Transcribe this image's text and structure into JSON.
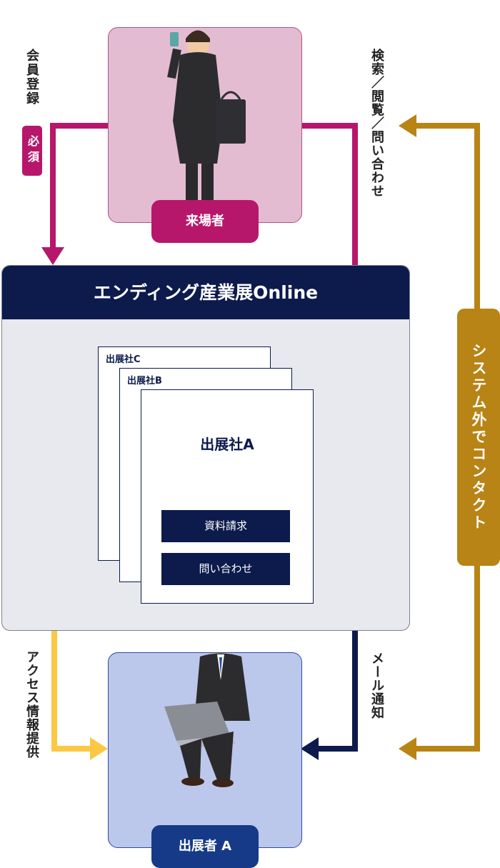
{
  "visitor": {
    "label": "来場者"
  },
  "exhibitor": {
    "label": "出展者 A"
  },
  "platform": {
    "title": "エンディング産業展Online"
  },
  "cards": {
    "c": "出展社C",
    "b": "出展社B",
    "a": {
      "title": "出展社A",
      "buttons": [
        "資料請求",
        "問い合わせ"
      ]
    }
  },
  "flows": {
    "registration": "会員登録",
    "required": "必須",
    "search": "検索／閲覧／問い合わせ",
    "access_info": "アクセス情報提供",
    "mail_notice": "メール通知",
    "external_contact": "システム外でコンタクト"
  },
  "colors": {
    "magenta": "#b7176b",
    "navy": "#0c1a4c",
    "gold": "#b78415",
    "yellow": "#fbc844"
  }
}
